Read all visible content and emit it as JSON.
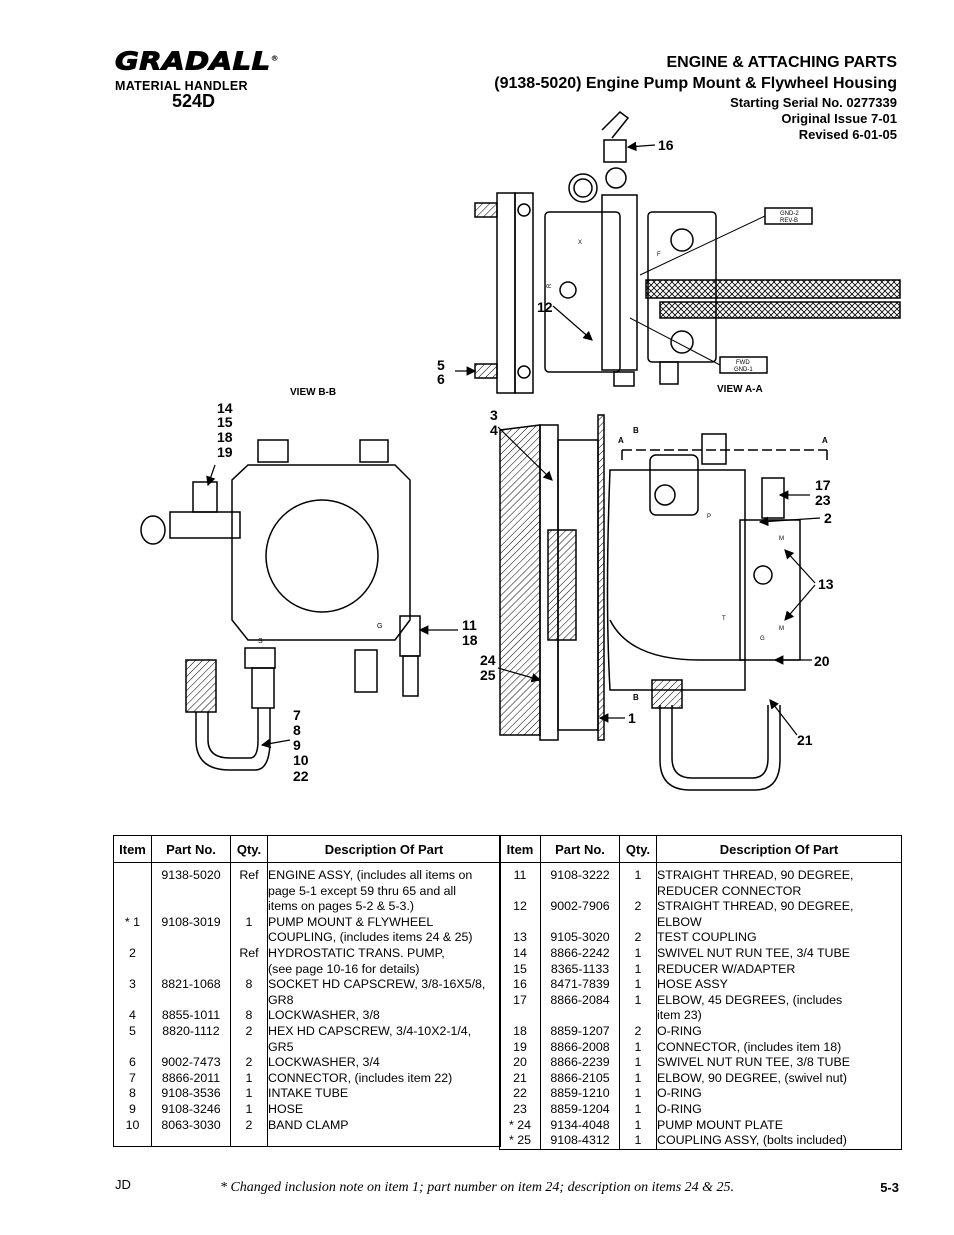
{
  "header": {
    "brand": "GRADALL",
    "brand_mark": "®",
    "brand_sub": "MATERIAL HANDLER",
    "model": "524D",
    "title": "ENGINE & ATTACHING PARTS",
    "subtitle": "(9138-5020) Engine Pump Mount & Flywheel Housing",
    "serial": "Starting Serial No. 0277339",
    "issue": "Original Issue 7-01",
    "revised": "Revised 6-01-05"
  },
  "diagram": {
    "view_bb": "VIEW B-B",
    "view_aa": "VIEW A-A",
    "gnd2": "GND-2",
    "rev_b": "REV-B",
    "fwd": "FWD",
    "gnd1": "GND-1",
    "x1": "X",
    "x2": "X",
    "r": "R",
    "fa": "F",
    "s": "S",
    "g": "G",
    "b": "B",
    "a": "A",
    "ps": "P",
    "ts": "T",
    "m": "M",
    "callouts": {
      "c16": "16",
      "c12": "12",
      "c5": "5",
      "c6": "6",
      "c14": "14",
      "c15": "15",
      "c18a": "18",
      "c19": "19",
      "c11": "11",
      "c18b": "18",
      "c7": "7",
      "c8": "8",
      "c9": "9",
      "c10": "10",
      "c22": "22",
      "c3": "3",
      "c4": "4",
      "c24": "24",
      "c25": "25",
      "c17": "17",
      "c23": "23",
      "c2": "2",
      "c13": "13",
      "c20": "20",
      "c21": "21",
      "c1": "1"
    }
  },
  "table": {
    "headers": [
      "Item",
      "Part No.",
      "Qty.",
      "Description Of Part"
    ],
    "left": {
      "item": [
        "",
        "",
        "",
        "* 1",
        "",
        "2",
        "",
        "3",
        "",
        "4",
        "5",
        "",
        "6",
        "7",
        "8",
        "9",
        "10"
      ],
      "part": [
        "9138-5020",
        "",
        "",
        "9108-3019",
        "",
        "",
        "",
        "8821-1068",
        "",
        "8855-1011",
        "8820-1112",
        "",
        "9002-7473",
        "8866-2011",
        "9108-3536",
        "9108-3246",
        "8063-3030"
      ],
      "qty": [
        "Ref",
        "",
        "",
        "1",
        "",
        "Ref",
        "",
        "8",
        "",
        "8",
        "2",
        "",
        "2",
        "1",
        "1",
        "1",
        "2"
      ],
      "desc": [
        "ENGINE ASSY, (includes all items on",
        "page 5-1 except 59 thru 65 and all",
        "items on pages 5-2 & 5-3.)",
        "PUMP MOUNT & FLYWHEEL",
        "COUPLING, (includes items 24 & 25)",
        "HYDROSTATIC TRANS. PUMP,",
        "(see page 10-16 for details)",
        "SOCKET HD CAPSCREW, 3/8-16X5/8,",
        "GR8",
        "LOCKWASHER, 3/8",
        "HEX HD CAPSCREW, 3/4-10X2-1/4,",
        "GR5",
        "LOCKWASHER, 3/4",
        "CONNECTOR, (includes item 22)",
        "INTAKE TUBE",
        "HOSE",
        "BAND CLAMP"
      ]
    },
    "right": {
      "item": [
        "11",
        "",
        "12",
        "",
        "13",
        "14",
        "15",
        "16",
        "17",
        "",
        "18",
        "19",
        "20",
        "21",
        "22",
        "23",
        "* 24",
        "* 25"
      ],
      "part": [
        "9108-3222",
        "",
        "9002-7906",
        "",
        "9105-3020",
        "8866-2242",
        "8365-1133",
        "8471-7839",
        "8866-2084",
        "",
        "8859-1207",
        "8866-2008",
        "8866-2239",
        "8866-2105",
        "8859-1210",
        "8859-1204",
        "9134-4048",
        "9108-4312"
      ],
      "qty": [
        "1",
        "",
        "2",
        "",
        "2",
        "1",
        "1",
        "1",
        "1",
        "",
        "2",
        "1",
        "1",
        "1",
        "1",
        "1",
        "1",
        "1"
      ],
      "desc": [
        "STRAIGHT THREAD, 90 DEGREE,",
        "REDUCER CONNECTOR",
        "STRAIGHT THREAD, 90 DEGREE,",
        "ELBOW",
        "TEST COUPLING",
        "SWIVEL NUT RUN TEE, 3/4 TUBE",
        "REDUCER W/ADAPTER",
        "HOSE ASSY",
        "ELBOW, 45 DEGREES, (includes",
        "item 23)",
        "O-RING",
        "CONNECTOR, (includes item 18)",
        "SWIVEL NUT RUN TEE, 3/8 TUBE",
        "ELBOW, 90 DEGREE, (swivel nut)",
        "O-RING",
        "O-RING",
        "PUMP MOUNT PLATE",
        "COUPLING ASSY, (bolts included)"
      ]
    }
  },
  "footer": {
    "left": "JD",
    "note": "* Changed inclusion note on item 1; part number on item 24; description on items 24 & 25.",
    "page": "5-3"
  }
}
